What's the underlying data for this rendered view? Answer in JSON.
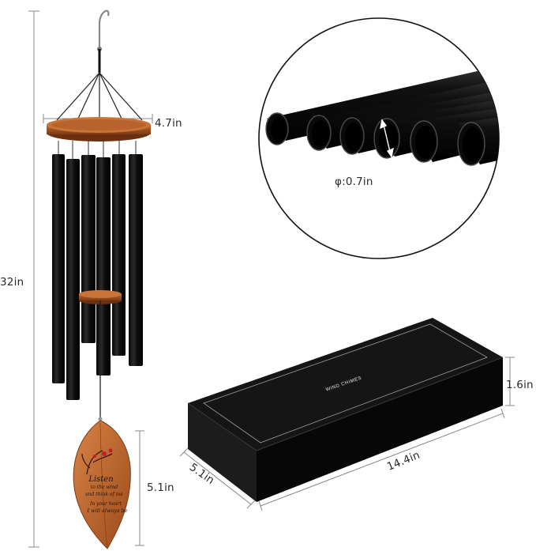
{
  "product": {
    "dimensions": {
      "height": "32in",
      "top_width": "4.7in",
      "tube_diameter": "φ:0.7in",
      "leaf_height": "5.1in"
    },
    "box": {
      "label": "WIND CHIMES",
      "height": "1.6in",
      "length": "14.4in",
      "width": "5.1in"
    },
    "leaf_text": [
      "Listen",
      "to the wind",
      "and think of me",
      "In your heart",
      "I will always be"
    ]
  },
  "colors": {
    "tube": "#111111",
    "wood": "#a8521f",
    "box": "#0d0d0d",
    "line": "#555555"
  }
}
